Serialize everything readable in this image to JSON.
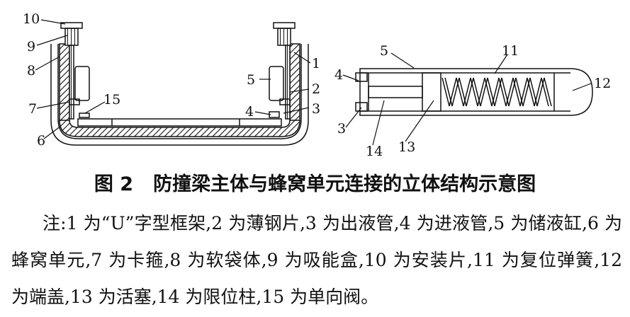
{
  "figure": {
    "left_labels": [
      {
        "key": "n10",
        "text": "10"
      },
      {
        "key": "n9",
        "text": "9"
      },
      {
        "key": "n8",
        "text": "8"
      },
      {
        "key": "n7",
        "text": "7"
      },
      {
        "key": "n6",
        "text": "6"
      },
      {
        "key": "n15",
        "text": "15"
      },
      {
        "key": "n1",
        "text": "1"
      },
      {
        "key": "n5",
        "text": "5"
      },
      {
        "key": "n2",
        "text": "2"
      },
      {
        "key": "n4",
        "text": "4"
      },
      {
        "key": "n3",
        "text": "3"
      }
    ],
    "right_labels": [
      {
        "key": "r5",
        "text": "5"
      },
      {
        "key": "r11",
        "text": "11"
      },
      {
        "key": "r4",
        "text": "4"
      },
      {
        "key": "r12",
        "text": "12"
      },
      {
        "key": "r3",
        "text": "3"
      },
      {
        "key": "r14",
        "text": "14"
      },
      {
        "key": "r13",
        "text": "13"
      }
    ]
  },
  "caption": {
    "number": "图 2",
    "title": "防撞梁主体与蜂窝单元连接的立体结构示意图"
  },
  "note": {
    "text": "注:1 为“U”字型框架,2 为薄钢片,3 为出液管,4 为进液管,5 为储液缸,6 为蜂窝单元,7 为卡箍,8 为软袋体,9 为吸能盒,10 为安装片,11 为复位弹簧,12 为端盖,13 为活塞,14 为限位柱,15 为单向阀。"
  }
}
